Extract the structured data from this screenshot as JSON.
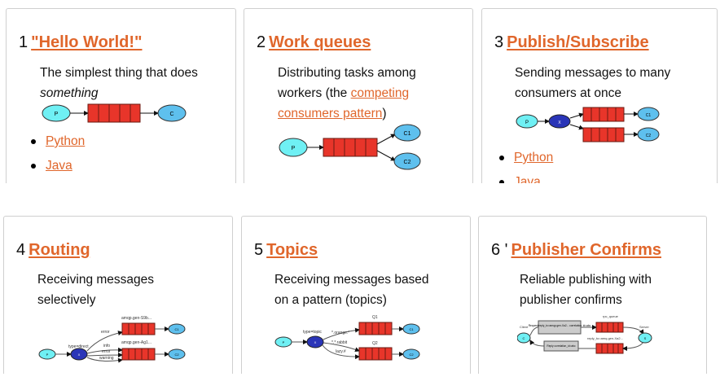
{
  "tutorials": [
    {
      "number": "1",
      "title": "\"Hello World!\"",
      "description": "The simplest thing that does",
      "description_em": "something",
      "languages": [
        "Python",
        "Java"
      ],
      "diagram": {
        "producer": "P",
        "consumer": "C"
      }
    },
    {
      "number": "2",
      "title": "Work queues",
      "description": "Distributing tasks among workers (the",
      "link": "competing consumers pattern",
      "description_end": ")",
      "diagram": {
        "producer": "P",
        "consumers": [
          "C1",
          "C2"
        ]
      }
    },
    {
      "number": "3",
      "title": "Publish/Subscribe",
      "description": "Sending messages to many consumers at once",
      "languages": [
        "Python",
        "Java"
      ],
      "diagram": {
        "producer": "P",
        "exchange": "X",
        "consumers": [
          "C1",
          "C2"
        ]
      }
    },
    {
      "number": "4",
      "title": "Routing",
      "description": "Receiving messages selectively",
      "diagram": {
        "producer": "P",
        "exchange": "X",
        "exchange_type": "type=direct",
        "queues": [
          "amqp.gen-S9b...",
          "amqp.gen-Ag1..."
        ],
        "bindings": [
          "error",
          "info",
          "error",
          "warning"
        ],
        "consumers": [
          "C1",
          "C2"
        ]
      }
    },
    {
      "number": "5",
      "title": "Topics",
      "description": "Receiving messages based on a pattern (topics)",
      "diagram": {
        "producer": "P",
        "exchange": "X",
        "exchange_type": "type=topic",
        "queues": [
          "Q1",
          "Q2"
        ],
        "bindings": [
          "*.orange.*",
          "*.*.rabbit",
          "lazy.#"
        ],
        "consumers": [
          "C1",
          "C2"
        ]
      }
    },
    {
      "number": "6 '",
      "title": "Publisher Confirms",
      "description": "Reliable publishing with publisher confirms",
      "diagram": {
        "client_label": "Client",
        "client": "C",
        "server_label": "Server",
        "server": "S",
        "request": "Request reply_to=amqp.gen-Xa2... correlation_id=abc",
        "reply": "Reply correlation_id=abc",
        "queues": [
          "rpc_queue",
          "reply_to=amq.gen-Xa2..."
        ]
      }
    }
  ],
  "colors": {
    "accent": "#e0662b",
    "queue": "#e8352a",
    "producer": "#6ff0f4",
    "consumer": "#5ec0ee",
    "exchange": "#2a35b8"
  }
}
